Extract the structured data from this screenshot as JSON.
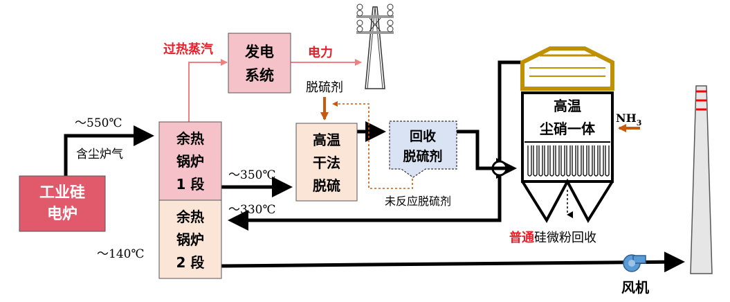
{
  "labels": {
    "superheated_steam": "过热蒸汽",
    "electricity": "电力",
    "desulfurizer": "脱硫剂",
    "temp_550": "～550℃",
    "dust_gas": "含尘炉气",
    "temp_350": "～350℃",
    "temp_330": "～330℃",
    "temp_140": "～140℃",
    "unreacted_desulfurizer": "未反应脱硫剂",
    "nh3_main": "NH",
    "nh3_sub": "3",
    "recovery_red": "普通",
    "recovery_rest": "硅微粉回收",
    "fan": "风机"
  },
  "boxes": {
    "furnace": {
      "line1": "工业硅",
      "line2": "电炉"
    },
    "power_system": {
      "line1": "发电",
      "line2": "系统"
    },
    "boiler1": {
      "line1": "余热",
      "line2": "锅炉",
      "line3": "1 段"
    },
    "boiler2": {
      "line1": "余热",
      "line2": "锅炉",
      "line3": "2 段"
    },
    "hot_desulf": {
      "line1": "高温",
      "line2": "干法",
      "line3": "脱硫"
    },
    "recovery": {
      "line1": "回收",
      "line2": "脱硫剂"
    },
    "filter": {
      "line1": "高温",
      "line2": "尘硝一体"
    }
  },
  "colors": {
    "furnace_fill": "#e05a6b",
    "boiler1_fill": "#f4c2c8",
    "boiler2_fill": "#fbe5d6",
    "power_fill": "#f4c2c8",
    "recovery_fill": "#dae3f3",
    "steam_line": "#f08080",
    "red_text": "#e8202a",
    "orange": "#c55a11",
    "filter_gold": "#bf9000",
    "fan_blue": "#5b9bd5",
    "chimney_red": "#ff0000"
  },
  "icons": [
    "transmission-tower-icon",
    "fan-icon",
    "chimney-icon",
    "filter-unit-icon"
  ]
}
